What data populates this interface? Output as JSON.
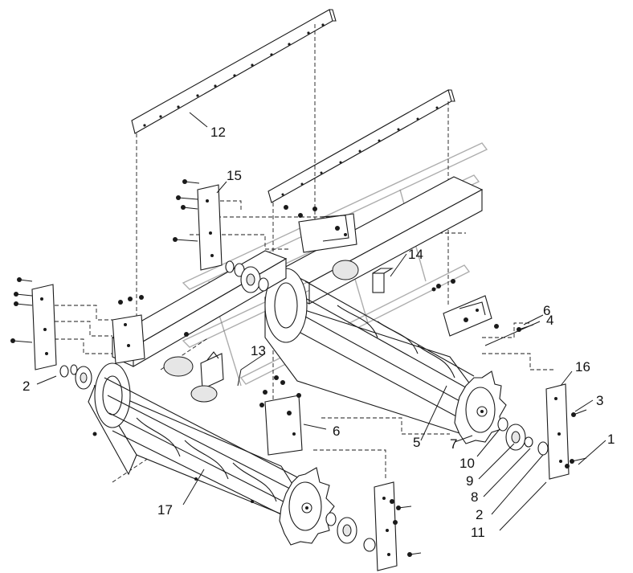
{
  "diagram": {
    "callouts": [
      {
        "id": "c1",
        "label": "1"
      },
      {
        "id": "c2a",
        "label": "2"
      },
      {
        "id": "c2b",
        "label": "2"
      },
      {
        "id": "c3",
        "label": "3"
      },
      {
        "id": "c4",
        "label": "4"
      },
      {
        "id": "c5",
        "label": "5"
      },
      {
        "id": "c6a",
        "label": "6"
      },
      {
        "id": "c6b",
        "label": "6"
      },
      {
        "id": "c7",
        "label": "7"
      },
      {
        "id": "c8",
        "label": "8"
      },
      {
        "id": "c9",
        "label": "9"
      },
      {
        "id": "c10",
        "label": "10"
      },
      {
        "id": "c11",
        "label": "11"
      },
      {
        "id": "c12",
        "label": "12"
      },
      {
        "id": "c13",
        "label": "13"
      },
      {
        "id": "c14",
        "label": "14"
      },
      {
        "id": "c15",
        "label": "15"
      },
      {
        "id": "c16",
        "label": "16"
      },
      {
        "id": "c17",
        "label": "17"
      }
    ],
    "colors": {
      "line": "#1a1a1a",
      "fill": "#ffffff",
      "shade": "#e6e6e6",
      "watermark": "#6a6a6a"
    }
  }
}
